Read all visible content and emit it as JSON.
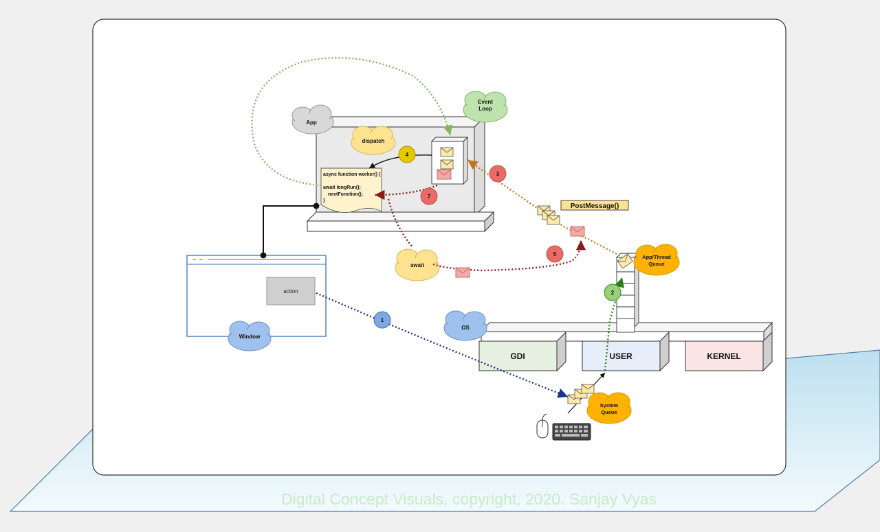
{
  "labels": {
    "app": "App",
    "event_loop_line1": "Event",
    "event_loop_line2": "Loop",
    "dispatch": "dispatch",
    "post_message": "PostMessage()",
    "app_thread_queue_line1": "App/Thread",
    "app_thread_queue_line2": "Queue",
    "await": "await",
    "window": "Window",
    "action": "action",
    "os": "OS",
    "gdi": "GDI",
    "user": "USER",
    "kernel": "KERNEL",
    "system_queue_line1": "System",
    "system_queue_line2": "Queue"
  },
  "code": {
    "line1": "async function worker() {",
    "line2": "await longRun();",
    "line3": "nextFunction();",
    "line4": "}"
  },
  "steps": {
    "s1": "1",
    "s2": "2",
    "s3": "3",
    "s4": "4",
    "s5": "5",
    "s7": "7"
  },
  "footer": "Digital Concept Visuals, copyright, 2020. Sanjay Vyas",
  "colors": {
    "cloud_gray": "#d8d8d8",
    "cloud_green": "#bfe3ae",
    "cloud_yellow": "#fde38f",
    "cloud_orange": "#ffb200",
    "cloud_blue": "#9ec1ee",
    "step_blue": "#7ea6e0",
    "step_green": "#97d077",
    "step_red": "#ea6b66",
    "step_yellow": "#e3c800",
    "arrow_blue": "#1a2f8f",
    "arrow_green": "#2e7d1f",
    "arrow_orange": "#c0771b",
    "arrow_red": "#8b1a1a",
    "arrow_lightgreen": "#82b366"
  }
}
